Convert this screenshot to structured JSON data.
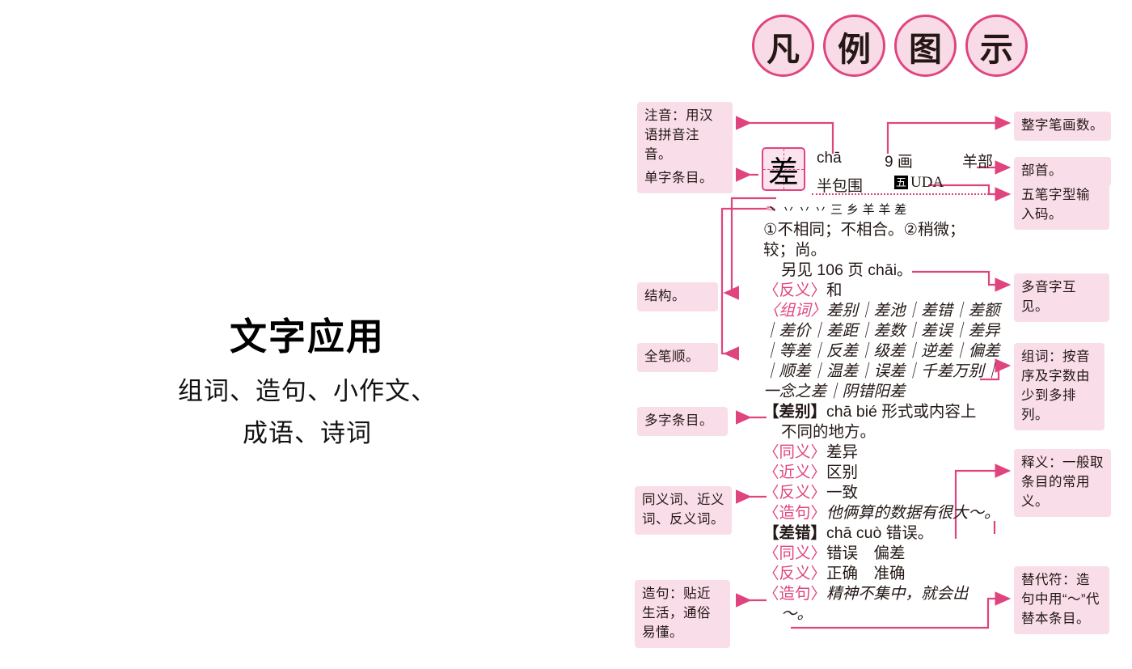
{
  "promo": {
    "title": "文字应用",
    "sub_line1": "组词、造句、小作文、",
    "sub_line2": "成语、诗词"
  },
  "heading": {
    "chars": [
      "凡",
      "例",
      "图",
      "示"
    ],
    "circle_fill": "#f9dbe7",
    "circle_border": "#e0447f"
  },
  "entry": {
    "character": "差",
    "pinyin": "chā",
    "stroke_count": "9 画",
    "radical": "羊部",
    "structure": "半包围",
    "wubi_badge": "五",
    "wubi_code": "UDA",
    "stroke_order": "丶 丷 丷 丷 三 乡 羊 羊 差",
    "definitions": "①不相同；不相合。②稍微；",
    "definitions_cont": "较；尚。",
    "cross_ref": "另见 106 页 chāi。",
    "antonym_label": "〈反义〉",
    "antonym_value": "和",
    "words_label": "〈组词〉",
    "words_lines": [
      "差别｜差池｜差错｜差额",
      "｜差价｜差距｜差数｜差误｜差异",
      "｜等差｜反差｜级差｜逆差｜偏差",
      "｜顺差｜温差｜误差｜千差万别｜",
      "一念之差｜阴错阳差"
    ],
    "sub_entries": [
      {
        "headword": "【差别】",
        "pinyin": "chā bié",
        "gloss": "形式或内容上",
        "gloss_cont": "不同的地方。",
        "rows": [
          {
            "label": "〈同义〉",
            "value": "差异"
          },
          {
            "label": "〈近义〉",
            "value": "区别"
          },
          {
            "label": "〈反义〉",
            "value": "一致"
          },
          {
            "label": "〈造句〉",
            "value": "他俩算的数据有很大～。"
          }
        ]
      },
      {
        "headword": "【差错】",
        "pinyin": "chā cuò",
        "gloss": "错误。",
        "gloss_cont": "",
        "rows": [
          {
            "label": "〈同义〉",
            "value": "错误　偏差"
          },
          {
            "label": "〈反义〉",
            "value": "正确　准确"
          },
          {
            "label": "〈造句〉",
            "value": "精神不集中，就会出"
          },
          {
            "label": "",
            "value": "～。"
          }
        ]
      }
    ]
  },
  "notes_left": [
    {
      "id": "note-pinyin",
      "text": "注音：用汉语拼音注音。"
    },
    {
      "id": "note-single-char-entry",
      "text": "单字条目。"
    },
    {
      "id": "note-structure",
      "text": "结构。"
    },
    {
      "id": "note-stroke-order",
      "text": "全笔顺。"
    },
    {
      "id": "note-multi-char-entry",
      "text": "多字条目。"
    },
    {
      "id": "note-synonyms-antonyms",
      "text": "同义词、近义词、反义词。"
    },
    {
      "id": "note-sentence-making",
      "text": "造句：贴近生活，通俗易懂。"
    }
  ],
  "notes_right": [
    {
      "id": "note-total-strokes",
      "text": "整字笔画数。"
    },
    {
      "id": "note-radical",
      "text": "部首。"
    },
    {
      "id": "note-wubi-code",
      "text": "五笔字型输入码。"
    },
    {
      "id": "note-polyphone-crossref",
      "text": "多音字互见。"
    },
    {
      "id": "note-word-ordering",
      "text": "组词：按音序及字数由少到多排列。"
    },
    {
      "id": "note-definition-rule",
      "text": "释义：一般取条目的常用义。"
    },
    {
      "id": "note-tilde-symbol",
      "text": "替代符：造句中用“～”代替本条目。"
    }
  ]
}
